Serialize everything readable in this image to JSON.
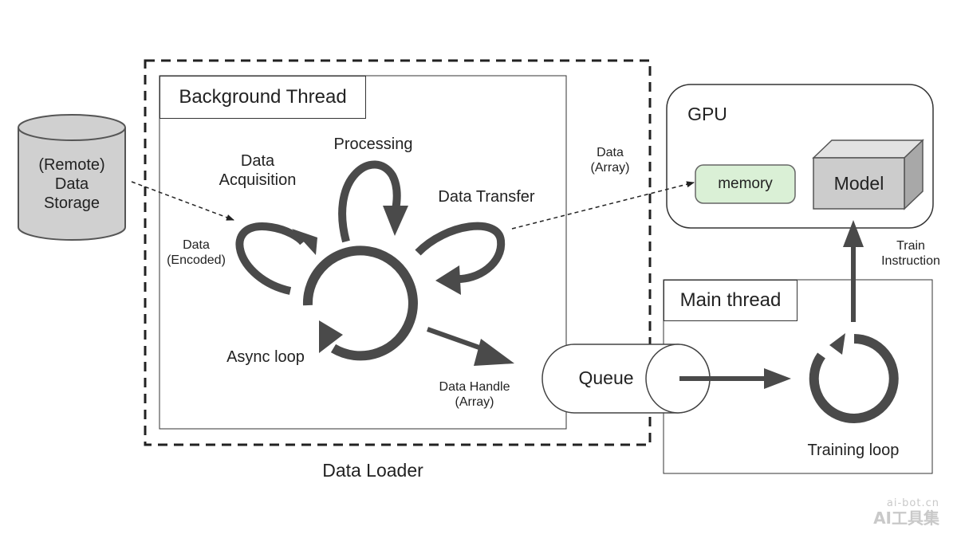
{
  "storage": {
    "label_line1": "(Remote)",
    "label_line2": "Data",
    "label_line3": "Storage"
  },
  "data_loader": {
    "label": "Data Loader"
  },
  "background_thread": {
    "title": "Background Thread",
    "data_acquisition_line1": "Data",
    "data_acquisition_line2": "Acquisition",
    "processing": "Processing",
    "data_transfer": "Data Transfer",
    "async_loop": "Async loop",
    "data_encoded_line1": "Data",
    "data_encoded_line2": "(Encoded)",
    "data_handle_line1": "Data Handle",
    "data_handle_line2": "(Array)"
  },
  "data_array": {
    "line1": "Data",
    "line2": "(Array)"
  },
  "gpu": {
    "title": "GPU",
    "memory": "memory",
    "model": "Model"
  },
  "train_instruction": {
    "line1": "Train",
    "line2": "Instruction"
  },
  "queue": {
    "label": "Queue"
  },
  "main_thread": {
    "title": "Main thread",
    "training_loop": "Training loop"
  },
  "watermark": {
    "url": "ai-bot.cn",
    "name": "AI工具集"
  },
  "colors": {
    "arrow": "#4a4a4a",
    "cylinder_fill": "#d0d0d0",
    "memory_fill": "#daf0d6",
    "model_front": "#cccccc",
    "model_top": "#e2e2e2",
    "model_side": "#a8a8a8"
  }
}
